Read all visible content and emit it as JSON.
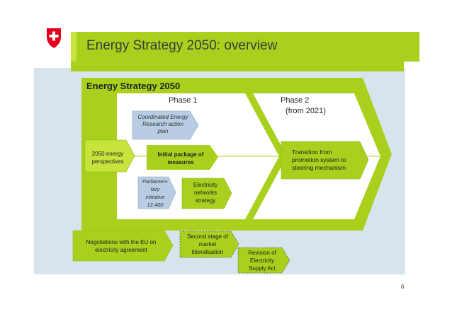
{
  "slide": {
    "title": "Energy Strategy 2050: overview",
    "page_number": "6",
    "logo": "swiss-cross-icon"
  },
  "diagram": {
    "header": "Energy Strategy 2050",
    "phase1": {
      "title": "Phase 1"
    },
    "phase2": {
      "title_line1": "Phase 2",
      "title_line2": "(from 2021)"
    },
    "boxes": {
      "perspectives": [
        "2050 energy",
        "perspectives"
      ],
      "research": [
        "Coordinated Energy",
        "Research action",
        "plan"
      ],
      "initial_package": [
        "Initial package of",
        "measures"
      ],
      "parliamentary": [
        "Parliamen-",
        "tary",
        "initiative",
        "12.400"
      ],
      "electricity_networks": [
        "Electricity",
        "networks",
        "strategy"
      ],
      "transition": [
        "Transition from",
        "promotion system to",
        "steering mechanism"
      ],
      "eu_negotiations": [
        "Negotiations with the EU on",
        "electricity agreement"
      ],
      "second_stage": [
        "Second stage of",
        "market",
        "liberalisation"
      ],
      "revision": [
        "Revision of",
        "Electricity",
        "Supply Act"
      ]
    }
  },
  "colors": {
    "lime": "#a8d01c",
    "lime_light": "#c6e43c",
    "panel_blue": "#d7e4ec",
    "box_blue": "#b8cde3",
    "text_dark": "#222222",
    "red": "#e2001a"
  }
}
